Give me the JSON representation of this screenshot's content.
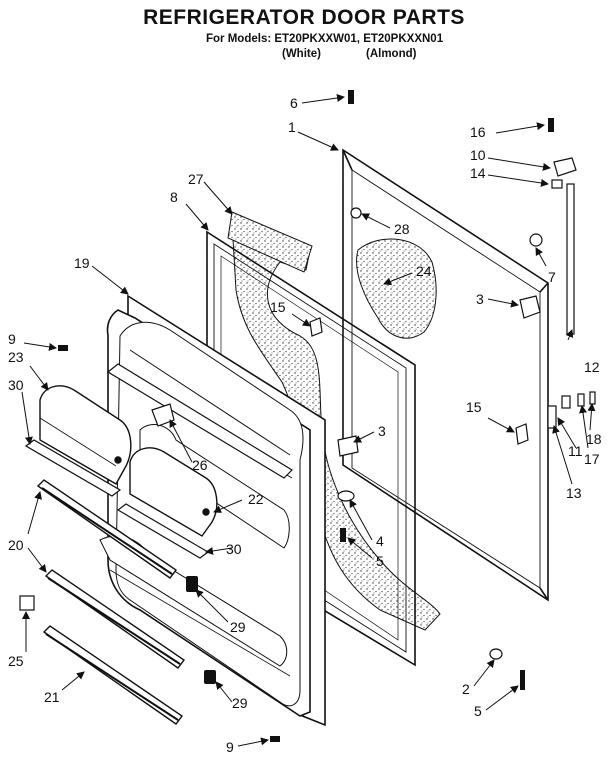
{
  "header": {
    "title": "REFRIGERATOR DOOR PARTS",
    "models_line": "For Models: ET20PKXXW01, ET20PKXXN01",
    "white_label": "(White)",
    "almond_label": "(Almond)"
  },
  "callouts": [
    {
      "id": "c1",
      "text": "1"
    },
    {
      "id": "c2",
      "text": "2"
    },
    {
      "id": "c3a",
      "text": "3"
    },
    {
      "id": "c3b",
      "text": "3"
    },
    {
      "id": "c4",
      "text": "4"
    },
    {
      "id": "c5a",
      "text": "5"
    },
    {
      "id": "c5b",
      "text": "5"
    },
    {
      "id": "c6",
      "text": "6"
    },
    {
      "id": "c7",
      "text": "7"
    },
    {
      "id": "c8",
      "text": "8"
    },
    {
      "id": "c9a",
      "text": "9"
    },
    {
      "id": "c9b",
      "text": "9"
    },
    {
      "id": "c10",
      "text": "10"
    },
    {
      "id": "c11",
      "text": "11"
    },
    {
      "id": "c12",
      "text": "12"
    },
    {
      "id": "c13",
      "text": "13"
    },
    {
      "id": "c14",
      "text": "14"
    },
    {
      "id": "c15a",
      "text": "15"
    },
    {
      "id": "c15b",
      "text": "15"
    },
    {
      "id": "c16",
      "text": "16"
    },
    {
      "id": "c17",
      "text": "17"
    },
    {
      "id": "c18",
      "text": "18"
    },
    {
      "id": "c19",
      "text": "19"
    },
    {
      "id": "c20",
      "text": "20"
    },
    {
      "id": "c21",
      "text": "21"
    },
    {
      "id": "c22",
      "text": "22"
    },
    {
      "id": "c23",
      "text": "23"
    },
    {
      "id": "c24",
      "text": "24"
    },
    {
      "id": "c25",
      "text": "25"
    },
    {
      "id": "c26",
      "text": "26"
    },
    {
      "id": "c27",
      "text": "27"
    },
    {
      "id": "c28",
      "text": "28"
    },
    {
      "id": "c29a",
      "text": "29"
    },
    {
      "id": "c29b",
      "text": "29"
    },
    {
      "id": "c30a",
      "text": "30"
    },
    {
      "id": "c30b",
      "text": "30"
    }
  ]
}
